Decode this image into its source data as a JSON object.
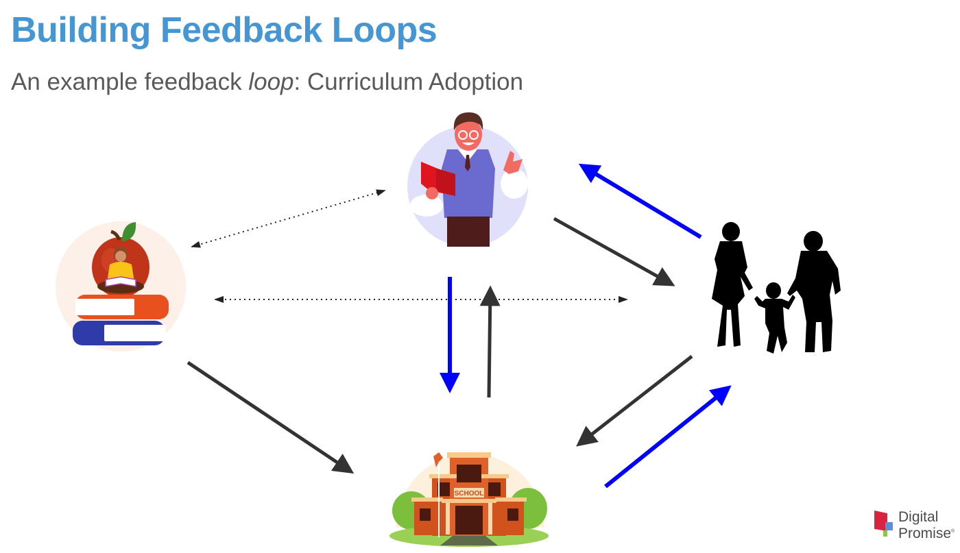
{
  "slide": {
    "title": "Building Feedback Loops",
    "subtitle_prefix": "An example feedback ",
    "subtitle_emphasis": "loop",
    "subtitle_suffix": ": Curriculum Adoption"
  },
  "nodes": [
    {
      "id": "teacher",
      "label": "Teacher illustration",
      "icon": "teacher-icon"
    },
    {
      "id": "curriculum",
      "label": "Student reading on books and apple illustration",
      "icon": "curriculum-icon"
    },
    {
      "id": "school",
      "label": "School building illustration",
      "icon": "school-icon",
      "sign_text": "SCHOOL"
    },
    {
      "id": "family",
      "label": "Family silhouette",
      "icon": "family-icon"
    }
  ],
  "edges": [
    {
      "from": "curriculum",
      "to": "teacher",
      "style": "dotted",
      "direction": "both",
      "color": "#222222"
    },
    {
      "from": "curriculum",
      "to": "family",
      "style": "dotted",
      "direction": "both",
      "color": "#222222"
    },
    {
      "from": "teacher",
      "to": "school",
      "style": "solid",
      "direction": "forward",
      "color": "#0000ff"
    },
    {
      "from": "school",
      "to": "teacher",
      "style": "solid",
      "direction": "forward",
      "color": "#333333"
    },
    {
      "from": "teacher",
      "to": "family",
      "style": "solid",
      "direction": "forward",
      "color": "#333333"
    },
    {
      "from": "family",
      "to": "teacher",
      "style": "solid",
      "direction": "forward",
      "color": "#0000ff"
    },
    {
      "from": "family",
      "to": "school",
      "style": "solid",
      "direction": "forward",
      "color": "#333333"
    },
    {
      "from": "school",
      "to": "family",
      "style": "solid",
      "direction": "forward",
      "color": "#0000ff"
    },
    {
      "from": "curriculum",
      "to": "school",
      "style": "solid",
      "direction": "forward",
      "color": "#333333"
    }
  ],
  "logo": {
    "line1": "Digital",
    "line2": "Promise",
    "mark": "®",
    "colors": {
      "red": "#d9243f",
      "blue": "#5b8ed6",
      "green": "#8cc63f"
    }
  },
  "colors": {
    "title": "#4596d2",
    "subtitle": "#595959",
    "feedback_arrow": "#0000ff",
    "flow_arrow": "#333333"
  }
}
